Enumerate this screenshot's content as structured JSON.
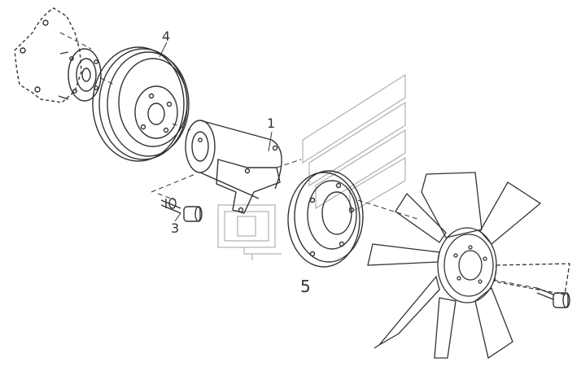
{
  "diagram": {
    "callouts": {
      "c1": "1",
      "c3": "3",
      "c4": "4",
      "c5": "5"
    }
  },
  "colors": {
    "line": "#333333",
    "watermark": "#b0b0b0",
    "background": "#ffffff"
  },
  "icons": {
    "water-pump": "water-pump-housing",
    "pulley": "pulley",
    "fan-spacer": "fan-hub-spacer",
    "bolt": "bolt",
    "fan-clutch": "fan-clutch-ring",
    "fan": "cooling-fan",
    "watermark": "watermark-logo"
  }
}
